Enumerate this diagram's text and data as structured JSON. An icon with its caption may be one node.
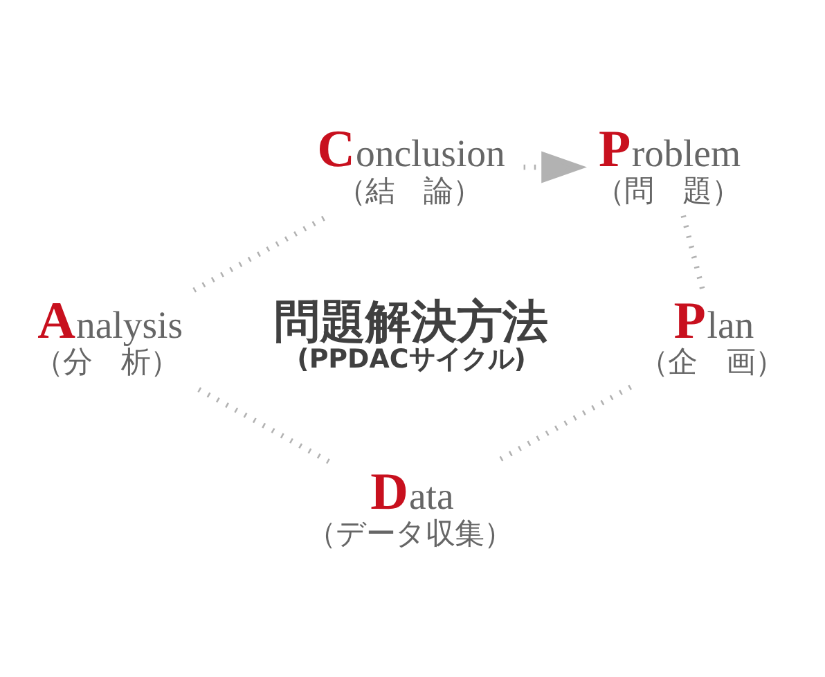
{
  "diagram": {
    "nodes": [
      {
        "text": [
          "Conclusion",
          "（結　論）"
        ]
      },
      {
        "text": [
          "Problem",
          "（問　題）"
        ]
      },
      {
        "text": [
          "Analysis",
          "（分　析）"
        ]
      },
      {
        "text": [
          "Plan",
          "（企　画）"
        ]
      },
      {
        "text": [
          "Data",
          "（データ収集）"
        ]
      }
    ],
    "edges": [
      {
        "from": 0,
        "to": 1,
        "arrow": "to"
      },
      {
        "from": 1,
        "to": 3,
        "arrow": "none"
      },
      {
        "from": 3,
        "to": 4,
        "arrow": "none"
      },
      {
        "from": 4,
        "to": 2,
        "arrow": "none"
      },
      {
        "from": 2,
        "to": 0,
        "arrow": "none"
      }
    ],
    "labels": [
      "問題解決方法",
      "(PPDACサイクル)"
    ]
  }
}
